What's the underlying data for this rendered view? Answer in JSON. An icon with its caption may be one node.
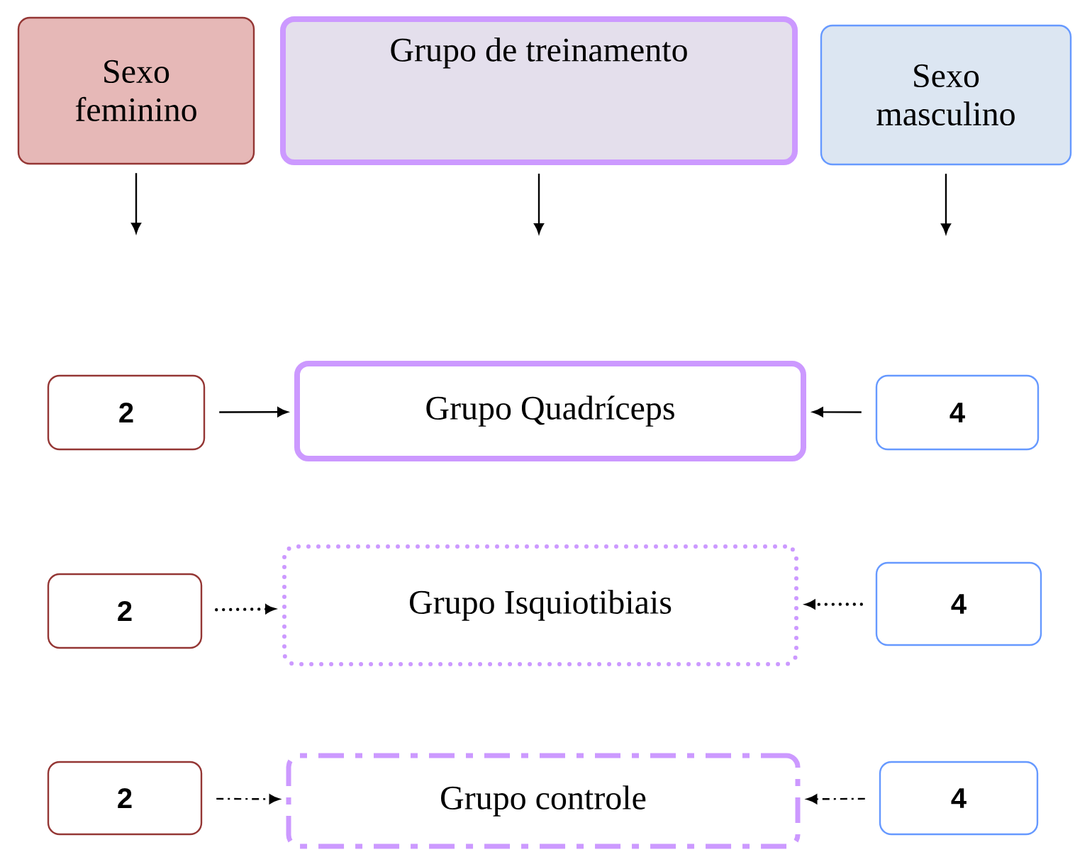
{
  "diagram": {
    "nodes": [
      {
        "text": [
          "Sexo feminino"
        ]
      },
      {
        "text": [
          "Grupo de treinamento"
        ]
      },
      {
        "text": [
          "Sexo masculino"
        ]
      },
      {
        "text": [
          "2"
        ]
      },
      {
        "text": [
          "Grupo Quadríceps"
        ]
      },
      {
        "text": [
          "4"
        ]
      },
      {
        "text": [
          "2"
        ]
      },
      {
        "text": [
          "Grupo Isquiotibiais"
        ]
      },
      {
        "text": [
          "4"
        ]
      },
      {
        "text": [
          "2"
        ]
      },
      {
        "text": [
          "Grupo controle"
        ]
      },
      {
        "text": [
          "4"
        ]
      }
    ],
    "edges": [
      {
        "from": 0,
        "to": null,
        "arrow": "to"
      },
      {
        "from": 1,
        "to": null,
        "arrow": "to"
      },
      {
        "from": 2,
        "to": null,
        "arrow": "to"
      },
      {
        "from": 3,
        "to": 4,
        "arrow": "to"
      },
      {
        "from": 5,
        "to": 4,
        "arrow": "to"
      },
      {
        "from": 6,
        "to": 7,
        "arrow": "to",
        "style": "dashed"
      },
      {
        "from": 8,
        "to": 7,
        "arrow": "to",
        "style": "dashed"
      },
      {
        "from": 9,
        "to": 10,
        "arrow": "to",
        "style": "dashed"
      },
      {
        "from": 11,
        "to": 10,
        "arrow": "to",
        "style": "dashed"
      }
    ]
  }
}
